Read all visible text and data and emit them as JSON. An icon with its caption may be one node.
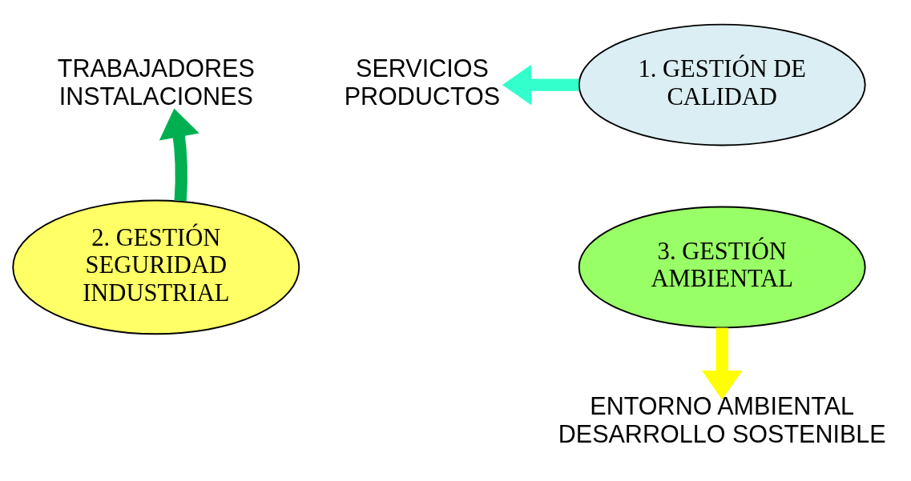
{
  "diagram": {
    "nodes": [
      {
        "text": [
          "TRABAJADORES",
          "INSTALACIONES"
        ]
      },
      {
        "text": [
          "SERVICIOS",
          "PRODUCTOS"
        ]
      },
      {
        "text": [
          "1. GESTIÓN DE CALIDAD"
        ]
      },
      {
        "text": [
          "2. GESTIÓN SEGURIDAD INDUSTRIAL"
        ]
      },
      {
        "text": [
          "3. GESTIÓN AMBIENTAL"
        ]
      },
      {
        "text": [
          "ENTORNO AMBIENTAL",
          "DESARROLLO SOSTENIBLE"
        ]
      }
    ],
    "edges": [
      {
        "from": 2,
        "to": 1,
        "arrow": "to",
        "color": "#33ffcc"
      },
      {
        "from": 3,
        "to": 0,
        "arrow": "to",
        "color": "#00b050"
      },
      {
        "from": 4,
        "to": 5,
        "arrow": "to",
        "color": "#ffff00"
      }
    ]
  }
}
